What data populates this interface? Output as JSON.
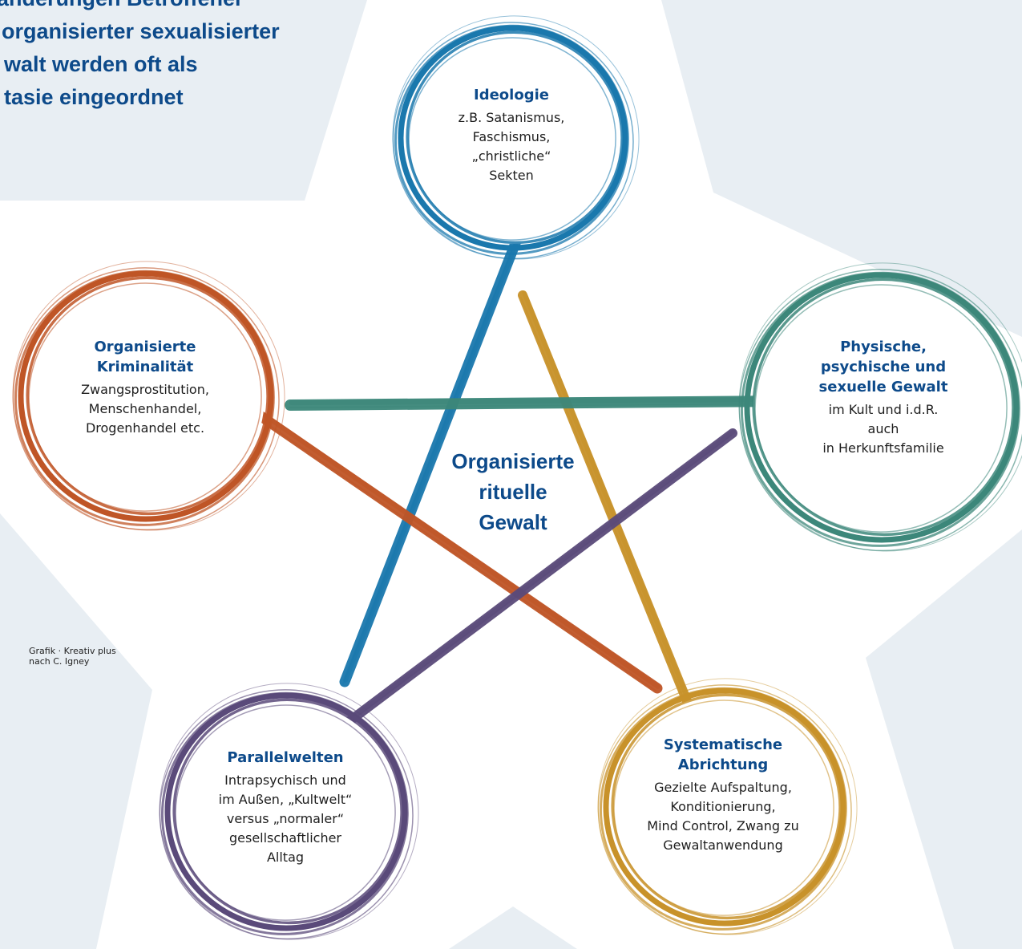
{
  "intro": {
    "lines": [
      "änderungen Betroffener",
      "organisierter sexualisierter",
      "walt werden oft als",
      "tasie eingeordnet"
    ]
  },
  "center": {
    "lines": [
      "Organisierte",
      "rituelle",
      "Gewalt"
    ]
  },
  "nodes": {
    "ideologie": {
      "title": [
        "Ideologie"
      ],
      "text": [
        "z.B. Satanismus,",
        "Faschismus,",
        "„christliche“",
        "Sekten"
      ],
      "color": "#1a78ad"
    },
    "physische": {
      "title": [
        "Physische,",
        "psychische und",
        "sexuelle Gewalt"
      ],
      "text": [
        "im Kult und i.d.R. auch",
        "in Herkunftsfamilie"
      ],
      "color": "#3c877a"
    },
    "abrichtung": {
      "title": [
        "Systematische",
        "Abrichtung"
      ],
      "text": [
        "Gezielte Aufspaltung,",
        "Konditionierung,",
        "Mind Control, Zwang zu",
        "Gewaltanwendung"
      ],
      "color": "#c8922a"
    },
    "parallelwelten": {
      "title": [
        "Parallelwelten"
      ],
      "text": [
        "Intrapsychisch und",
        "im Außen, „Kultwelt“",
        "versus „normaler“",
        "gesellschaftlicher",
        "Alltag"
      ],
      "color": "#5a4a7a"
    },
    "kriminalitaet": {
      "title": [
        "Organisierte",
        "Kriminalität"
      ],
      "text": [
        "Zwangsprostitution,",
        "Menschenhandel,",
        "Drogenhandel etc."
      ],
      "color": "#bf5526"
    }
  },
  "credit": {
    "lines": [
      "Grafik · Kreativ plus",
      "nach C. Igney"
    ]
  },
  "colors": {
    "background_star": "#e8eef3",
    "heading_blue": "#0d4a8a"
  }
}
